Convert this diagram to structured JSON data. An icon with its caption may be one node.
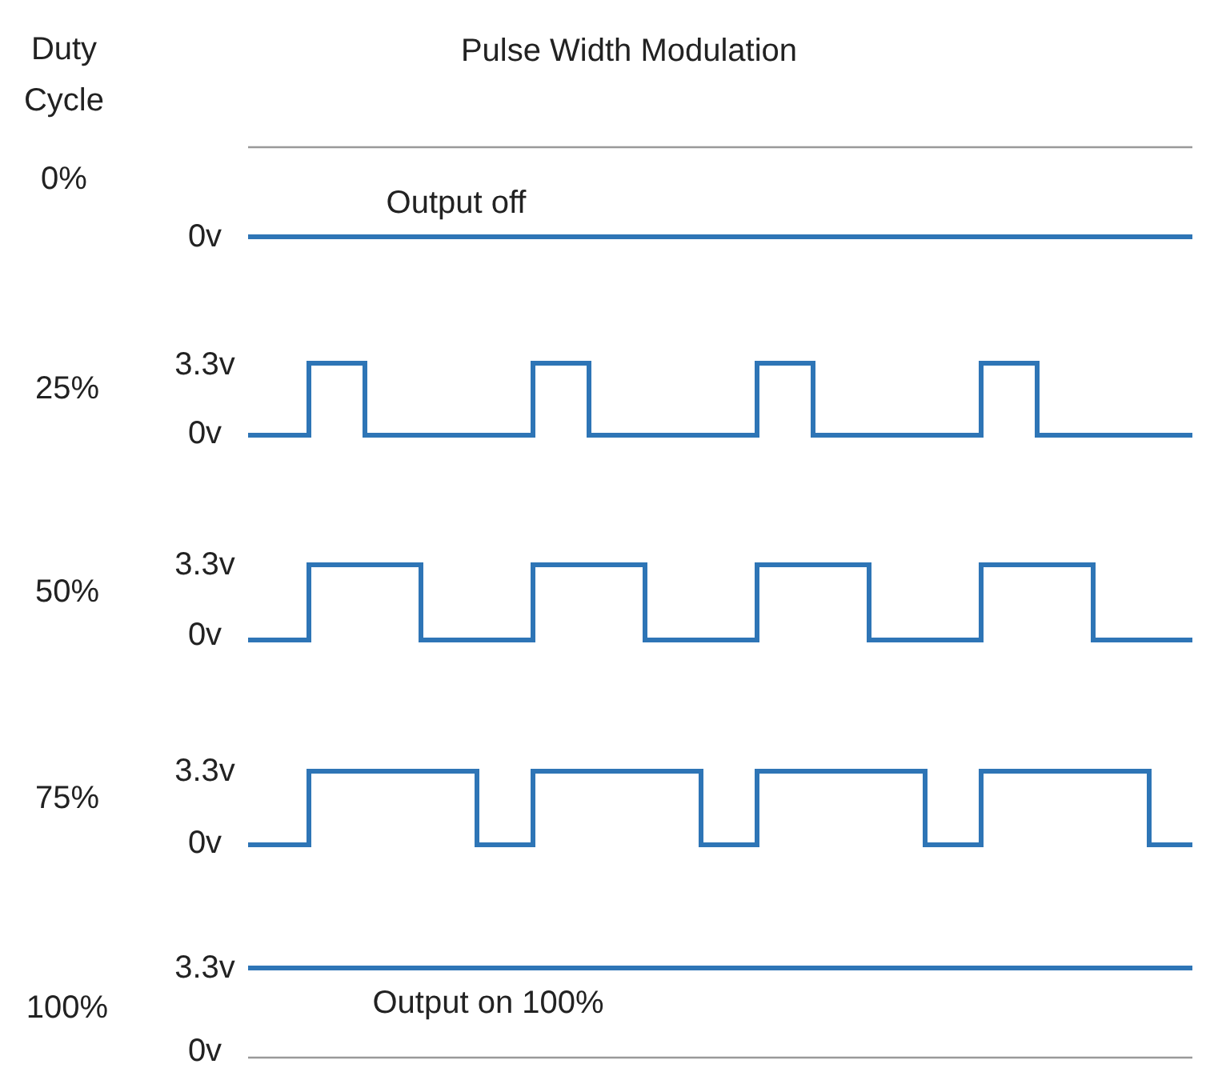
{
  "diagram": {
    "title": "Pulse Width Modulation",
    "labels": [
      "Duty Cycle",
      "0%",
      "Output off",
      "0v",
      "3.3v",
      "25%",
      "0v",
      "3.3v",
      "50%",
      "0v",
      "3.3v",
      "75%",
      "0v",
      "3.3v",
      "100%",
      "Output on 100%",
      "0v"
    ]
  }
}
